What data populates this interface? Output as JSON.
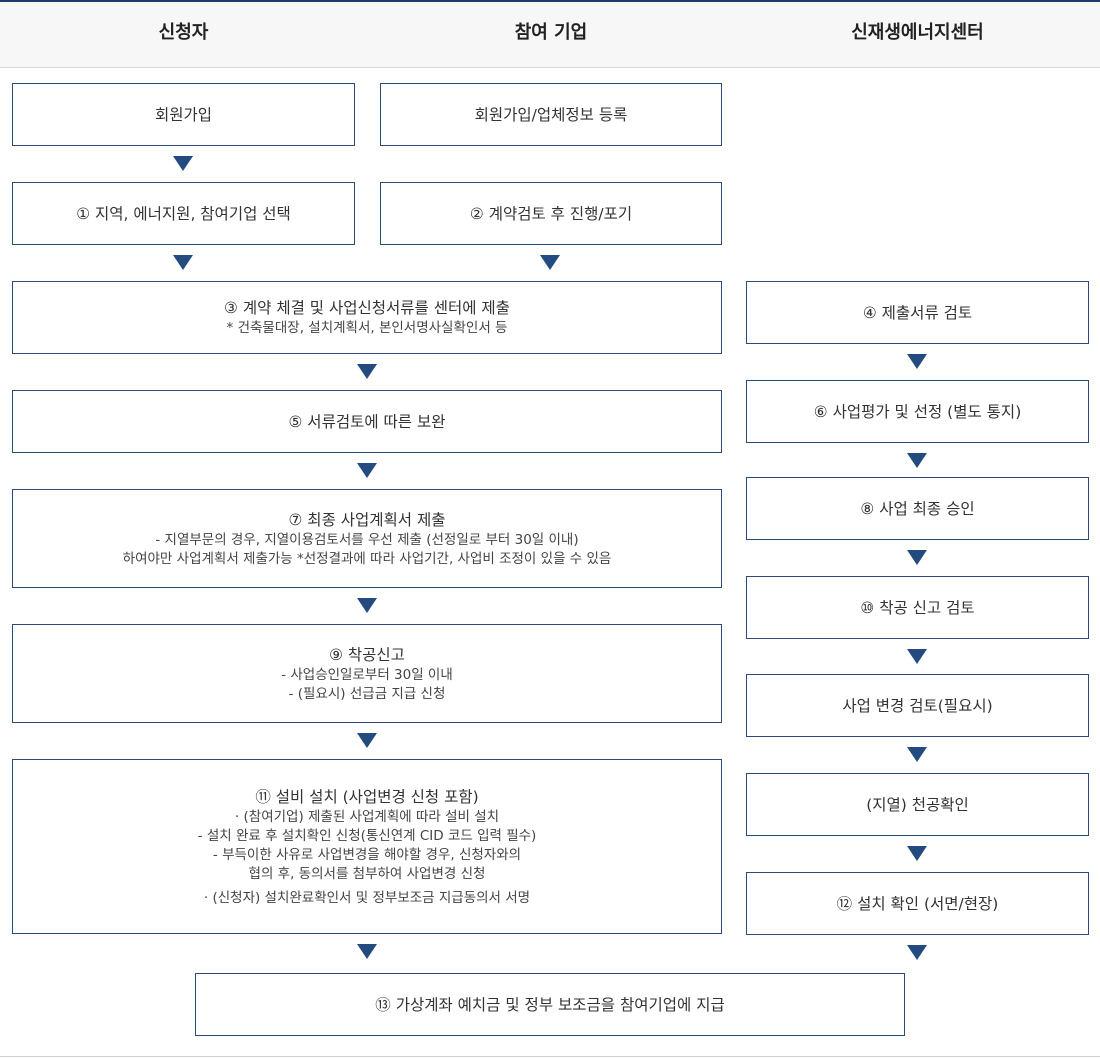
{
  "columns": {
    "applicant": "신청자",
    "company": "참여 기업",
    "center": "신재생에너지센터"
  },
  "steps": {
    "applicant_signup": "회원가입",
    "company_signup": "회원가입/업체정보 등록",
    "step1": "① 지역, 에너지원, 참여기업 선택",
    "step2": "② 계약검토 후 진행/포기",
    "step3": {
      "title": "③ 계약 체결 및 사업신청서류를 센터에 제출",
      "note": "* 건축물대장, 설치계획서, 본인서명사실확인서 등"
    },
    "step4": "④ 제출서류 검토",
    "step5": "⑤ 서류검토에 따른 보완",
    "step6": "⑥ 사업평가 및 선정 (별도 통지)",
    "step7": {
      "title": "⑦ 최종 사업계획서 제출",
      "line1": "- 지열부문의 경우, 지열이용검토서를 우선 제출 (선정일로 부터 30일 이내)",
      "line2": "하여야만 사업계획서 제출가능 *선정결과에 따라 사업기간, 사업비 조정이 있을 수 있음"
    },
    "step8": "⑧ 사업 최종 승인",
    "step9": {
      "title": "⑨ 착공신고",
      "line1": "- 사업승인일로부터 30일 이내",
      "line2": "- (필요시) 선급금 지급 신청"
    },
    "step10": "⑩ 착공 신고 검토",
    "change_review": "사업 변경 검토(필요시)",
    "step11": {
      "title": "⑪ 설비 설치 (사업변경 신청 포함)",
      "line1": "· (참여기업) 제출된 사업계획에 따라 설비 설치",
      "line2": "- 설치 완료 후 설치확인 신청(통신연계 CID 코드 입력 필수)",
      "line3": "- 부득이한 사유로 사업변경을 해야할 경우, 신청자와의",
      "line4": "협의 후, 동의서를 첨부하여 사업변경 신청",
      "line5": "· (신청자) 설치완료확인서 및 정부보조금 지급동의서 서명"
    },
    "geothermal_check": "(지열) 천공확인",
    "step12": "⑫ 설치 확인 (서면/현장)",
    "step13": "⑬ 가상계좌 예치금 및 정부 보조금을 참여기업에 지급"
  },
  "colors": {
    "border": "#2b4a78",
    "arrow": "#234b7f",
    "header_bg": "#f7f7f7"
  }
}
